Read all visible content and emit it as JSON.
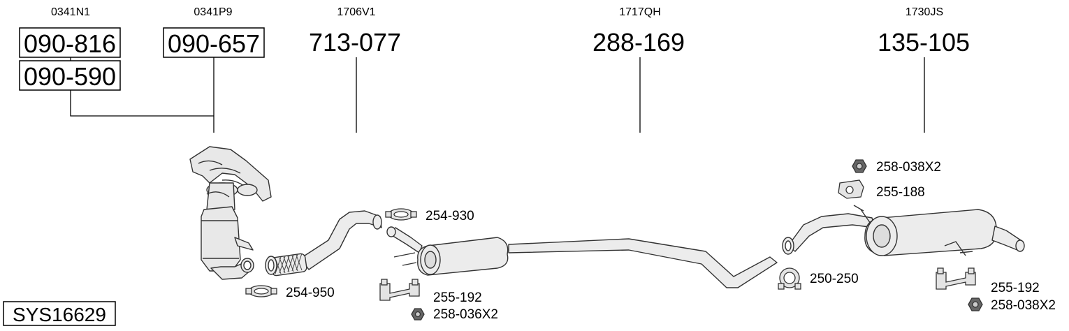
{
  "system_code": "SYS16629",
  "parts": [
    {
      "ref": "0341N1",
      "numbers": [
        "090-816",
        "090-590"
      ]
    },
    {
      "ref": "0341P9",
      "number": "090-657"
    },
    {
      "ref": "1706V1",
      "number": "713-077"
    },
    {
      "ref": "1717QH",
      "number": "288-169"
    },
    {
      "ref": "1730JS",
      "number": "135-105"
    }
  ],
  "accessories": {
    "clamp_front": "254-950",
    "clamp_flex": "254-930",
    "hanger_front": "255-192",
    "nut_front": "258-036X2",
    "clamp_tail": "250-250",
    "nut_rear_top": "258-038X2",
    "hanger_rear_top": "255-188",
    "hanger_rear": "255-192",
    "nut_rear": "258-038X2"
  },
  "icons": {
    "nut": "hex-nut-icon",
    "clamp": "pipe-clamp-icon",
    "hanger": "rubber-hanger-icon",
    "bracket": "mount-bracket-icon"
  }
}
